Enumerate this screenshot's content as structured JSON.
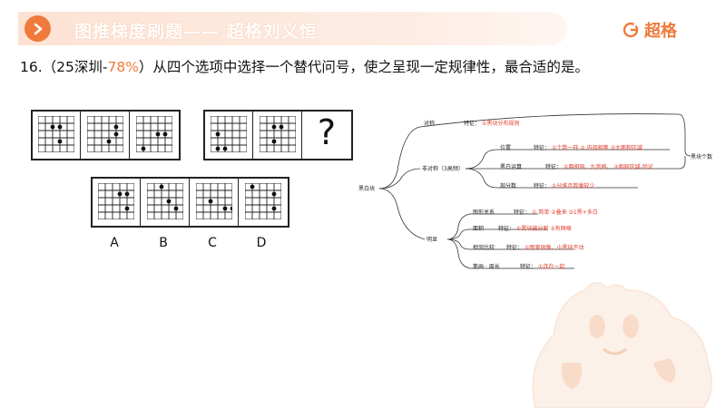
{
  "header": {
    "title": "图推梯度刷题—— 超格刘义恒",
    "logo_text": "超格"
  },
  "question": {
    "prefix": "16.（25深圳-",
    "percent": "78%",
    "suffix": "）从四个选项中选择一个替代问号，使之呈现一定规律性，最合适的是。"
  },
  "puzzle": {
    "question_mark": "?",
    "options": [
      "A",
      "B",
      "C",
      "D"
    ]
  },
  "mindmap": {
    "root": "黑白块",
    "branch_symmetric": "对称",
    "symmetric_feature_label": "特征：",
    "symmetric_feature": "①黑块分布规则",
    "branch_asymmetric": "非对称（3高频）",
    "position": "位置",
    "position_feature_label": "特征：",
    "position_feature": "①个数一样 ② 内部相等 ③大面积区域",
    "black_white_op": "黑白运算",
    "bw_feature_label": "特征：",
    "bw_feature": "①两相同、九宫格、 ②相同区域-验证",
    "partial_count": "部分数",
    "partial_feature_label": "特征：",
    "partial_feature": "①分堆且数量较少",
    "black_count": "黑块个数",
    "branch_clear": "明显",
    "shape_relation": "图形关系",
    "shape_feature_label": "特征：",
    "shape_feature": "① 简单 ②叠来 ③1黑+多白",
    "area": "面积",
    "area_feature_label": "特征：",
    "area_feature": "①黑块被分割 ②有网格",
    "adjacent": "相邻比较",
    "adjacent_feature_label": "特征：",
    "adjacent_feature": "①图案很像、小黑块不动",
    "stroke": "笔画 · 周长",
    "stroke_feature_label": "特征：",
    "stroke_feature": "①连在一起"
  },
  "colors": {
    "accent": "#ef7a3b",
    "banner": "#fde2d3",
    "highlight_red": "#e23b2b"
  }
}
